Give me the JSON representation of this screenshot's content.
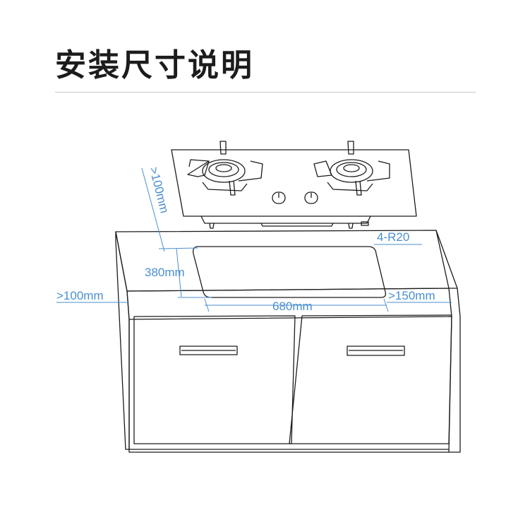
{
  "title": "安装尺寸说明",
  "colors": {
    "line": "#1c1c1c",
    "dimension": "#4a8fd0",
    "rule": "#c8c8c8"
  },
  "dimensions": {
    "back_clearance": ">100mm",
    "cutout_depth": "380mm",
    "left_clearance": ">100mm",
    "cutout_width": "680mm",
    "right_clearance": ">150mm",
    "corner_radius": "4-R20"
  }
}
